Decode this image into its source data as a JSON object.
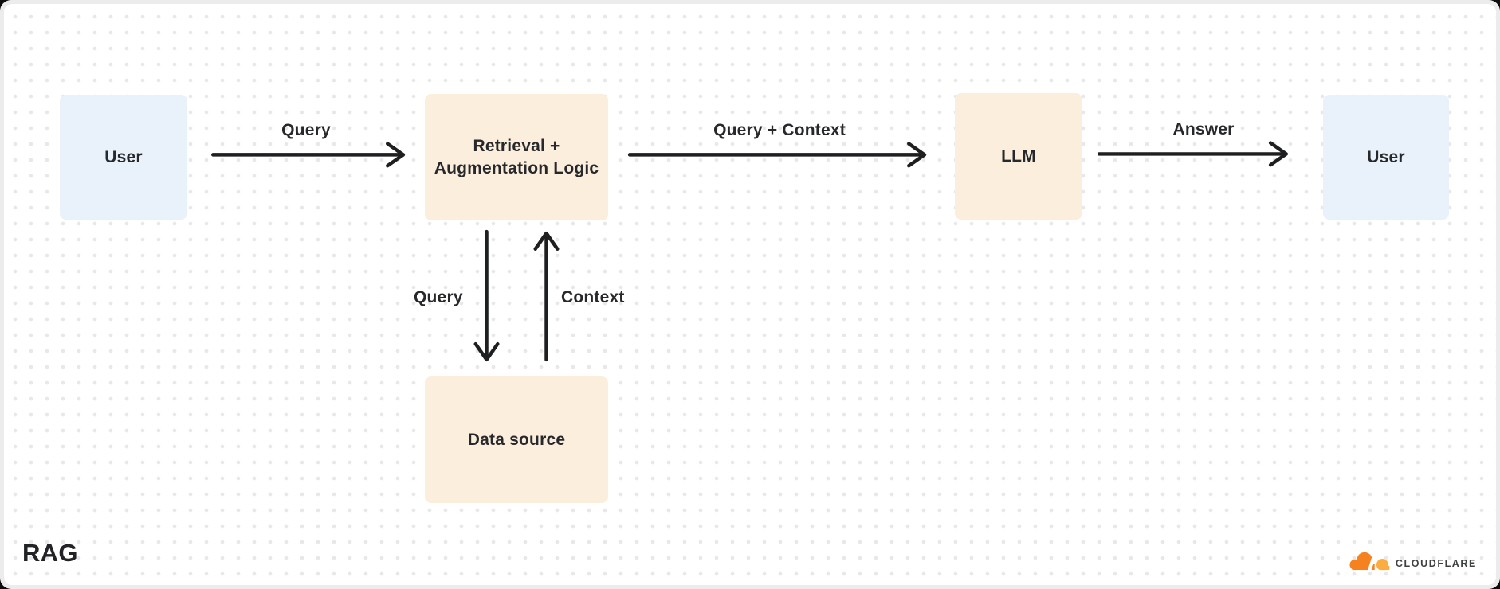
{
  "diagram": {
    "title": "RAG",
    "nodes": [
      {
        "id": "user-left",
        "label": "User",
        "type": "user"
      },
      {
        "id": "retrieval",
        "label": "Retrieval + Augmentation Logic",
        "type": "process"
      },
      {
        "id": "llm",
        "label": "LLM",
        "type": "process"
      },
      {
        "id": "user-right",
        "label": "User",
        "type": "user"
      },
      {
        "id": "data-source",
        "label": "Data source",
        "type": "process"
      }
    ],
    "edges": [
      {
        "from": "user-left",
        "to": "retrieval",
        "label": "Query"
      },
      {
        "from": "retrieval",
        "to": "llm",
        "label": "Query + Context"
      },
      {
        "from": "llm",
        "to": "user-right",
        "label": "Answer"
      },
      {
        "from": "retrieval",
        "to": "data-source",
        "label": "Query"
      },
      {
        "from": "data-source",
        "to": "retrieval",
        "label": "Context"
      }
    ],
    "colors": {
      "user_node": "#E9F1FB",
      "process_node": "#FBEEDC",
      "arrow": "#1D1F20",
      "text": "#26282B",
      "cloudflare_orange": "#F6821F",
      "cloudflare_light_orange": "#FBAD41"
    }
  },
  "branding": {
    "logo_text": "CLOUDFLARE"
  }
}
